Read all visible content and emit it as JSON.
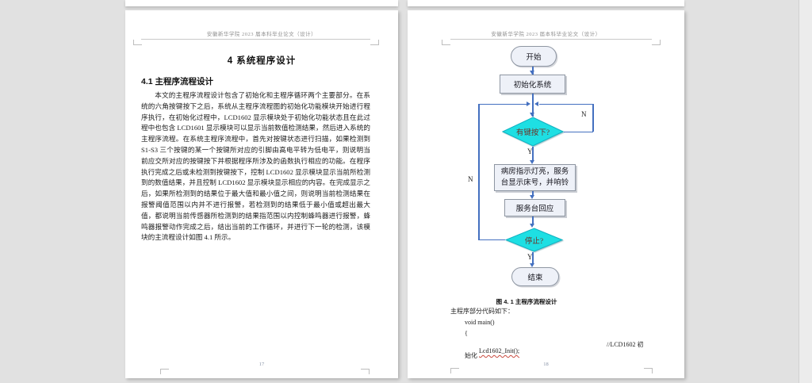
{
  "header_text": "安徽新华学院 2023 届本科毕业论文（设计）",
  "left_page": {
    "chapter_title": "4  系统程序设计",
    "section_heading": "4.1 主程序流程设计",
    "body_paragraph": "本文的主程序流程设计包含了初始化和主程序循环两个主要部分。在系统的六角按键按下之后，系统从主程序流程图的初始化功能模块开始进行程序执行，在初始化过程中，LCD1602 显示模块处于初始化功能状态且在此过程中也包含 LCD1601 显示模块可以显示当前数值检测结果，然后进入系统的主程序流程。在系统主程序流程中，首先对按键状态进行扫描，如果检测到 S1-S3 三个按键的某一个按键所对应的引脚由高电平转为低电平，则说明当前应交所对应的按键按下并根据程序所涉及的函数执行相应的功能。在程序执行完成之后或未检测到按键按下，控制 LCD1602 显示模块显示当前所检测到的数值结果，并且控制 LCD1602 显示模块显示相应的内容。在完成显示之后，如果所检测到的结果位于最大值和最小值之间，则说明当前检测结果在报警阈值范围以内并不进行报警，若检测到的结果低于最小值或超出最大值，都说明当前传感器所检测到的结果指范围以内控制蜂鸣器进行报警，蜂鸣器报警动作完成之后，结出当前的工作循环，并进行下一轮的检测，该模块的主流程设计如图 4.1 所示。",
    "page_number": "17"
  },
  "right_page": {
    "flowchart": {
      "start": "开始",
      "init": "初始化系统",
      "key_decision": "有键按下?",
      "alert_line1": "病房指示灯亮，服务",
      "alert_line2": "台显示床号，并响铃",
      "respond": "服务台回应",
      "stop_decision": "停止?",
      "end": "结束",
      "label_n_right": "N",
      "label_y1": "Y",
      "label_n_left": "N",
      "label_y2": "Y"
    },
    "caption": "图 4. 1 主程序流程设计",
    "code": {
      "intro": "主程序部分代码如下：",
      "line1": "void main()",
      "line2": "{",
      "call": "Lcd1602_Init();",
      "comment": "//LCD1602 初",
      "comment_wrap": "始化"
    },
    "page_number": "18"
  },
  "colors": {
    "canvas_bg": "#e1e1e1",
    "page_bg": "#ffffff",
    "connector_blue": "#4470c0",
    "diamond_fill": "#1edfe3",
    "diamond_stroke": "#10b2c2",
    "process_fill": "#eef1f8",
    "diamond_text": "#6e3126",
    "squiggle_red": "#c94a3e"
  }
}
